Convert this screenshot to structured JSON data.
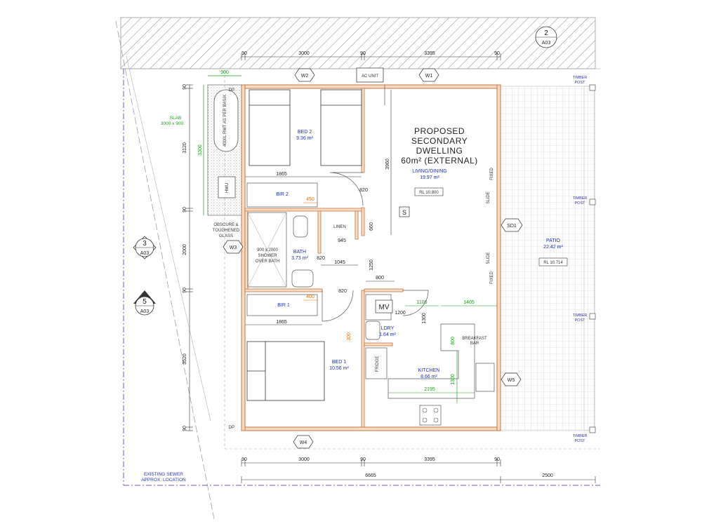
{
  "title": {
    "line1": "PROPOSED",
    "line2": "SECONDARY",
    "line3": "DWELLING",
    "line4": "60m² (EXTERNAL)"
  },
  "rooms": {
    "bed2": {
      "name": "BED 2",
      "area": "9.36 m²"
    },
    "bed1": {
      "name": "BED 1",
      "area": "10.56 m²"
    },
    "bath": {
      "name": "BATH",
      "area": "3.73 m²"
    },
    "living": {
      "name": "LIVING/DINING",
      "area": "19.97 m²"
    },
    "lndry": {
      "name": "LDRY",
      "area": "1.64 m²"
    },
    "kitchen": {
      "name": "KITCHEN",
      "area": "8.66 m²"
    },
    "patio": {
      "name": "PATIO",
      "area": "22.42 m²"
    },
    "bir2": "BIR 2",
    "bir1": "BIR 1",
    "linen": "LINEN"
  },
  "levels": {
    "living": "RL 10.800",
    "patio": "RL 10.714"
  },
  "windows": {
    "w1": "W1",
    "w2": "W2",
    "w3": "W3",
    "w4": "W4",
    "w5": "W5",
    "sd1": "SD1"
  },
  "section_markers": [
    {
      "num": "2",
      "ref": "A03"
    },
    {
      "num": "3",
      "ref": "A03"
    },
    {
      "num": "5",
      "ref": "A03"
    }
  ],
  "top_dims": [
    "90",
    "3000",
    "90",
    "3395",
    "90"
  ],
  "bottom_dims": [
    "90",
    "3000",
    "90",
    "3395",
    "90"
  ],
  "overall_dims": {
    "house": "6665",
    "patio": "2500"
  },
  "left_dims": [
    "90",
    "3120",
    "90",
    "2000",
    "90",
    "3520",
    "90"
  ],
  "inner_dims": {
    "d900": "900",
    "d3300": "3300",
    "d1865a": "1865",
    "d1865b": "1865",
    "d450": "450",
    "d400": "400",
    "d820a": "820",
    "d820b": "820",
    "d820c": "820",
    "d3960": "3960",
    "d660": "660",
    "d945": "945",
    "d1045": "1045",
    "d1250": "1250",
    "d800a": "800",
    "d300": "300",
    "d1100": "1100",
    "d1405": "1405",
    "d1200": "1200",
    "d1300a": "1300",
    "d800b": "800",
    "d1300b": "1300",
    "d2195": "2195"
  },
  "labels": {
    "slab": "SLAB",
    "slab_size": "3000 x 900",
    "rwt": "4000L RWT AS PER BASIX",
    "hwu": "HWU",
    "dp": "DP",
    "obscure1": "OBSCURE &",
    "obscure2": "TOUGHENED",
    "obscure3": "GLASS",
    "shower1": "900 x 2000",
    "shower2": "SHOWER",
    "shower3": "OVER BATH",
    "ac": "AC UNIT",
    "s": "S",
    "mv": "MV",
    "fridge": "FRIDGE",
    "bbar1": "BREAKFAST",
    "bbar2": "BAR",
    "slide": "SLIDE",
    "fixed": "FIXED",
    "timber_post": "TIMBER",
    "timber_post2": "POST",
    "sewer1": "EXISTING SEWER",
    "sewer2": "APPROX. LOCATION"
  }
}
